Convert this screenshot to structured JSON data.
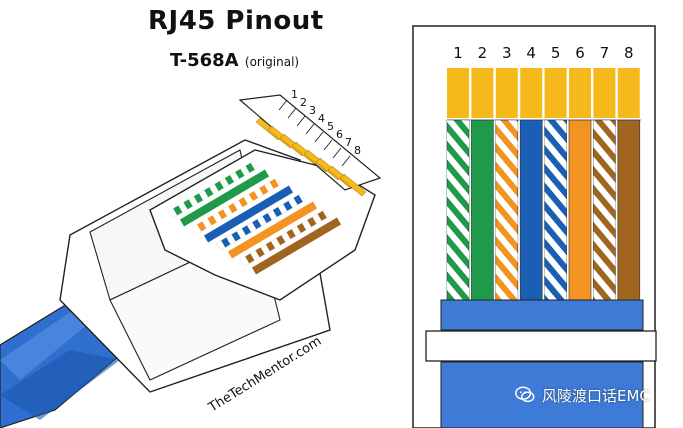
{
  "title": "RJ45  Pinout",
  "subtitle": "T-568A",
  "subtitle_note": "(original)",
  "site": "TheTechMentor.com",
  "watermark": "风陵渡口话EMC",
  "pins": [
    "1",
    "2",
    "3",
    "4",
    "5",
    "6",
    "7",
    "8"
  ],
  "wires": [
    {
      "pin": "1",
      "color": "green",
      "striped": true
    },
    {
      "pin": "2",
      "color": "green",
      "striped": false
    },
    {
      "pin": "3",
      "color": "orange",
      "striped": true
    },
    {
      "pin": "4",
      "color": "blue",
      "striped": false
    },
    {
      "pin": "5",
      "color": "blue",
      "striped": true
    },
    {
      "pin": "6",
      "color": "orange",
      "striped": false
    },
    {
      "pin": "7",
      "color": "brown",
      "striped": true
    },
    {
      "pin": "8",
      "color": "brown",
      "striped": false
    }
  ],
  "colors": {
    "green": "#1f9a4a",
    "orange": "#f39321",
    "blue": "#1a5fb4",
    "brown": "#a0661f",
    "gold": "#f6b91b",
    "jacket": "#3d7bd6",
    "jacket_dark": "#2b62b3"
  }
}
